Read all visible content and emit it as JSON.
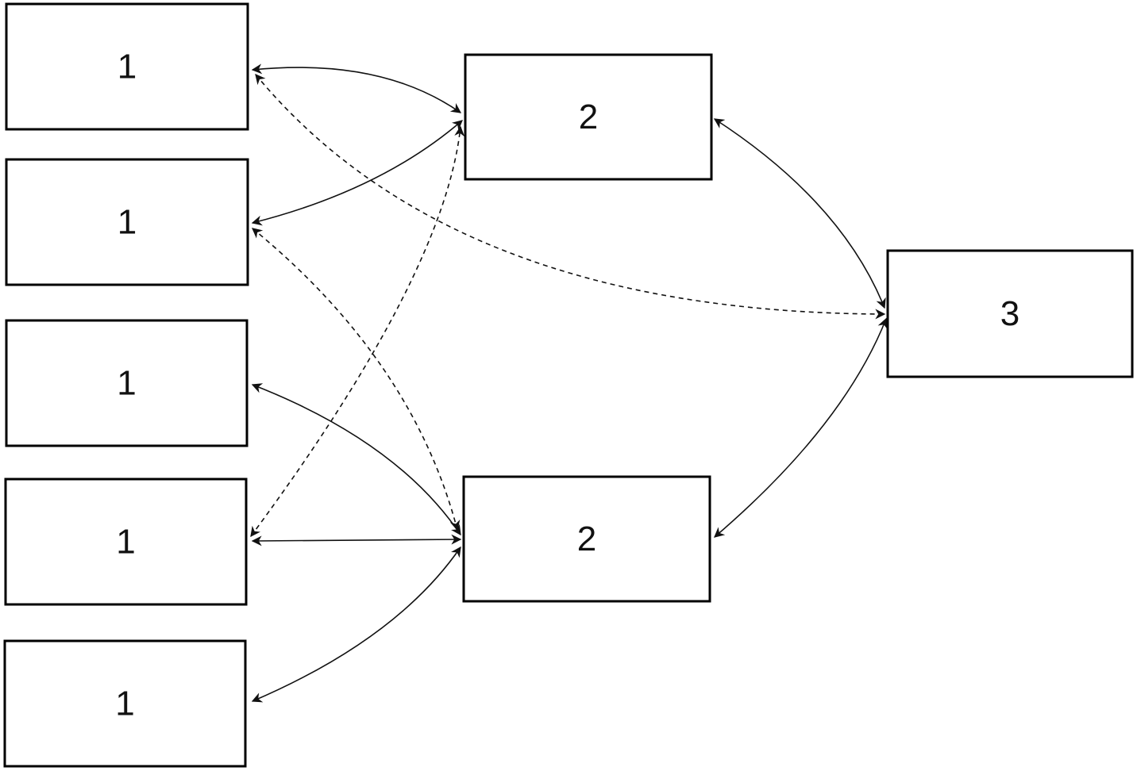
{
  "nodes": [
    {
      "id": "a1",
      "label": "1",
      "name": "node-1-row1"
    },
    {
      "id": "a2",
      "label": "1",
      "name": "node-1-row2"
    },
    {
      "id": "a3",
      "label": "1",
      "name": "node-1-row3"
    },
    {
      "id": "a4",
      "label": "1",
      "name": "node-1-row4"
    },
    {
      "id": "a5",
      "label": "1",
      "name": "node-1-row5"
    },
    {
      "id": "b1",
      "label": "2",
      "name": "node-2-top"
    },
    {
      "id": "b2",
      "label": "2",
      "name": "node-2-bottom"
    },
    {
      "id": "c1",
      "label": "3",
      "name": "node-3"
    }
  ],
  "edges": [
    {
      "from": "a1",
      "to": "b1",
      "style": "solid",
      "direction": "both"
    },
    {
      "from": "a2",
      "to": "b1",
      "style": "solid",
      "direction": "both"
    },
    {
      "from": "a3",
      "to": "b2",
      "style": "solid",
      "direction": "both"
    },
    {
      "from": "a4",
      "to": "b2",
      "style": "solid",
      "direction": "both"
    },
    {
      "from": "a5",
      "to": "b2",
      "style": "solid",
      "direction": "both"
    },
    {
      "from": "a1",
      "to": "c1",
      "style": "dashed",
      "direction": "both"
    },
    {
      "from": "a2",
      "to": "b2",
      "style": "dashed",
      "direction": "both"
    },
    {
      "from": "a4",
      "to": "b1",
      "style": "dashed",
      "direction": "both"
    },
    {
      "from": "b1",
      "to": "c1",
      "style": "solid",
      "direction": "both"
    },
    {
      "from": "b2",
      "to": "c1",
      "style": "solid",
      "direction": "both"
    }
  ]
}
